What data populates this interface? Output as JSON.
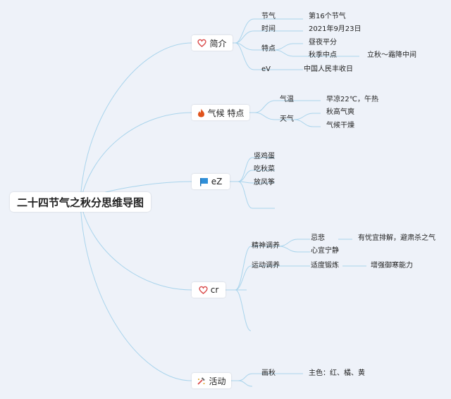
{
  "root": {
    "label": "二十四节气之秋分思维导图"
  },
  "colors": {
    "line": "#a9d4ec",
    "heart": "#d94a4a",
    "fire": "#e0531c",
    "flag": "#2f8fd8",
    "tool": "#d94a4a",
    "background": "#eef2f9"
  },
  "branches": [
    {
      "label": "简介",
      "icon": "heart-icon",
      "children": [
        {
          "label": "节气",
          "children": [
            {
              "label": "第16个节气"
            }
          ]
        },
        {
          "label": "时间",
          "children": [
            {
              "label": "2021年9月23日"
            }
          ]
        },
        {
          "label": "特点",
          "children": [
            {
              "label": "昼夜平分"
            },
            {
              "label": "秋季中点",
              "children": [
                {
                  "label": "立秋～霜降中间"
                }
              ]
            }
          ]
        },
        {
          "label": "eV",
          "children": [
            {
              "label": "中国人民丰收日"
            }
          ]
        }
      ]
    },
    {
      "label": "气候 特点",
      "icon": "fire-icon",
      "children": [
        {
          "label": "气温",
          "children": [
            {
              "label": "早凉22℃，午热"
            }
          ]
        },
        {
          "label": "天气",
          "children": [
            {
              "label": "秋高气爽"
            },
            {
              "label": "气候干燥"
            }
          ]
        }
      ]
    },
    {
      "label": "eZ",
      "icon": "flag-icon",
      "children": [
        {
          "label": "竖鸡蛋"
        },
        {
          "label": "吃秋菜"
        },
        {
          "label": "放风筝"
        }
      ]
    },
    {
      "label": "cr",
      "icon": "heart-icon",
      "children": [
        {
          "label": "精神调养",
          "children": [
            {
              "label": "忌悲",
              "children": [
                {
                  "label": "有忧宜排解，避肃杀之气"
                }
              ]
            },
            {
              "label": "心宜宁静"
            }
          ]
        },
        {
          "label": "运动调养",
          "children": [
            {
              "label": "适度锻炼",
              "children": [
                {
                  "label": "增强御寒能力"
                }
              ]
            }
          ]
        }
      ]
    },
    {
      "label": "活动",
      "icon": "tool-icon",
      "children": [
        {
          "label": "画秋",
          "children": [
            {
              "label": "主色：红、橘、黄"
            }
          ]
        }
      ]
    }
  ]
}
